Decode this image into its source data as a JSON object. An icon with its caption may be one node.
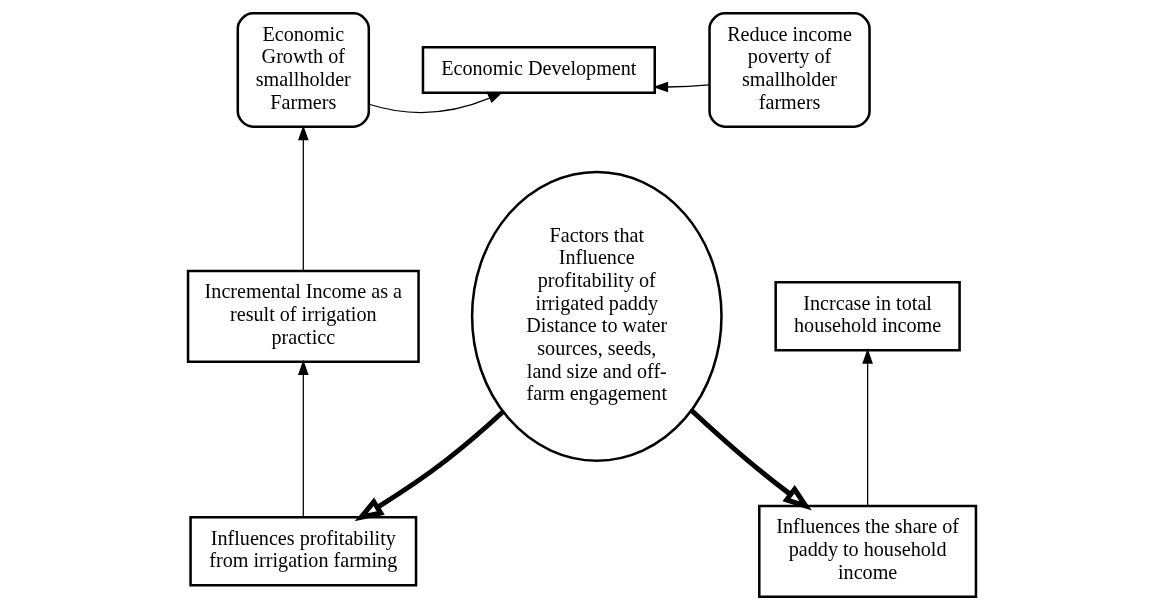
{
  "diagram": {
    "nodes": [
      {
        "text": [
          "Economic Growth of smallholder Farmers"
        ]
      },
      {
        "text": [
          "Economic Development"
        ]
      },
      {
        "text": [
          "Reduce income poverty of smallholder farmers"
        ]
      },
      {
        "text": [
          "Incremental Income as a result of irrigation practicc"
        ]
      },
      {
        "text": [
          "Factors that Influence profitability of irrigated paddy",
          "Distance to water sources, seeds, land size and off-farm engagement"
        ]
      },
      {
        "text": [
          "Incrcase in total household income"
        ]
      },
      {
        "text": [
          "Influences profitability from irrigation farming"
        ]
      },
      {
        "text": [
          "Influences the share of paddy to household income"
        ]
      }
    ],
    "edges": [
      {
        "from": 0,
        "to": 1,
        "arrow": "to"
      },
      {
        "from": 2,
        "to": 1,
        "arrow": "to"
      },
      {
        "from": 3,
        "to": 0,
        "arrow": "to"
      },
      {
        "from": 6,
        "to": 3,
        "arrow": "to"
      },
      {
        "from": 7,
        "to": 5,
        "arrow": "to"
      },
      {
        "from": 4,
        "to": 6,
        "arrow": "to",
        "style": "thick"
      },
      {
        "from": 4,
        "to": 7,
        "arrow": "to",
        "style": "thick"
      }
    ]
  }
}
